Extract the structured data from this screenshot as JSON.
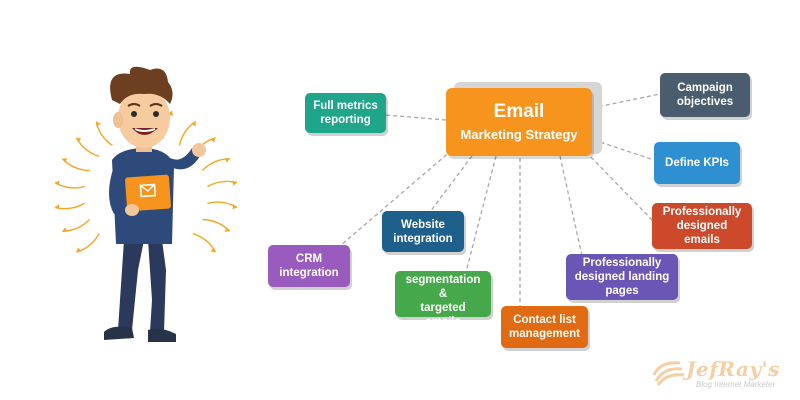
{
  "center": {
    "title": "Email",
    "subtitle": "Marketing Strategy"
  },
  "nodes": [
    {
      "id": "campaign-objectives",
      "label": "Campaign\nobjectives",
      "color": "#4a5d6e"
    },
    {
      "id": "define-kpis",
      "label": "Define KPIs",
      "color": "#2e8fd1"
    },
    {
      "id": "professionally-designed-emails",
      "label": "Professionally\ndesigned emails",
      "color": "#cc4a2b"
    },
    {
      "id": "professionally-designed-landing-pages",
      "label": "Professionally\ndesigned landing pages",
      "color": "#6a56b5"
    },
    {
      "id": "contact-list-management",
      "label": "Contact list\nmanagement",
      "color": "#e06b12"
    },
    {
      "id": "list-segmentation",
      "label": "List segmentation &\ntargeted emails",
      "color": "#45a84a"
    },
    {
      "id": "website-integration",
      "label": "Website\nintegration",
      "color": "#1f5f8b"
    },
    {
      "id": "crm-integration",
      "label": "CRM\nintegration",
      "color": "#9a5bbf"
    },
    {
      "id": "full-metrics-reporting",
      "label": "Full metrics\nreporting",
      "color": "#1fa58a"
    }
  ],
  "colors": {
    "accent": "#f7941d",
    "connector": "#a8a8a8",
    "sparks": "#f5a623"
  },
  "figure": {
    "icon": "cartoon-man-holding-email-tablet",
    "tablet_icon": "envelope-icon"
  },
  "logo": {
    "name": "JefRay's",
    "tagline": "Blog Internet Marketer"
  }
}
